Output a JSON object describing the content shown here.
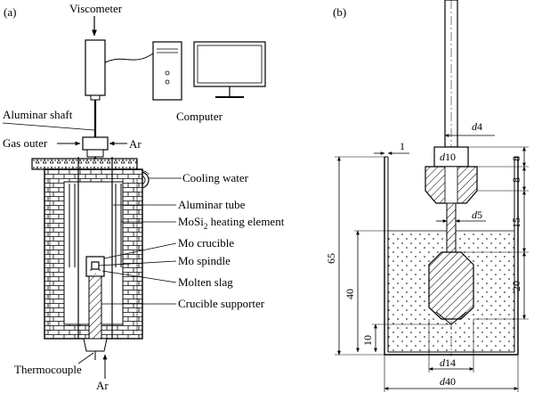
{
  "panel_a": {
    "tag": "(a)",
    "labels": {
      "viscometer": "Viscometer",
      "computer": "Computer",
      "shaft": "Aluminar shaft",
      "gas_outer": "Gas outer",
      "ar_top": "Ar",
      "cooling_water": "Cooling water",
      "tube": "Aluminar tube",
      "heating_main": "MoSi",
      "heating_sub": "2",
      "heating_rest": " heating element",
      "crucible": "Mo crucible",
      "spindle": "Mo spindle",
      "slag": "Molten slag",
      "supporter": "Crucible supporter",
      "thermocouple": "Thermocouple",
      "ar_bottom": "Ar"
    }
  },
  "panel_b": {
    "tag": "(b)",
    "dims": {
      "wall": "1",
      "d4_sym": "d",
      "d4_val": "4",
      "d10_sym": "d",
      "d10_val": "10",
      "d5_sym": "d",
      "d5_val": "5",
      "d14_sym": "d",
      "d14_val": "14",
      "d40_sym": "d",
      "d40_val": "40",
      "h65": "65",
      "h40": "40",
      "h10": "10",
      "h8a": "8",
      "h8b": "8",
      "h15": "15",
      "h20": "20"
    }
  }
}
